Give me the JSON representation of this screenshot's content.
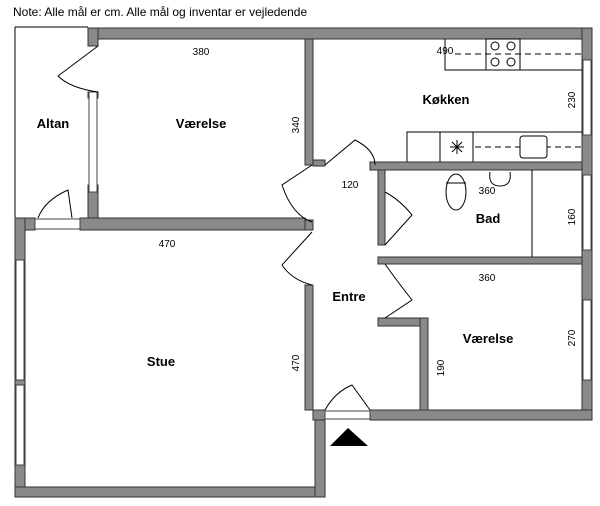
{
  "note": "Note: Alle mål er cm. Alle mål og inventar er vejledende",
  "rooms": {
    "altan": "Altan",
    "vaerelse1": "Værelse",
    "koekken": "Køkken",
    "bad": "Bad",
    "entre": "Entre",
    "stue": "Stue",
    "vaerelse2": "Værelse"
  },
  "dims": {
    "v1_width": "380",
    "v1_depth": "340",
    "k_width": "490",
    "k_depth": "230",
    "entre_width": "120",
    "bad_width": "360",
    "bad_depth": "160",
    "stue_width": "470",
    "stue_depth": "470",
    "v2_width": "360",
    "v2_depth": "270",
    "v2_depth2": "190"
  },
  "colors": {
    "wall": "#8a8a8a",
    "line": "#000000"
  }
}
